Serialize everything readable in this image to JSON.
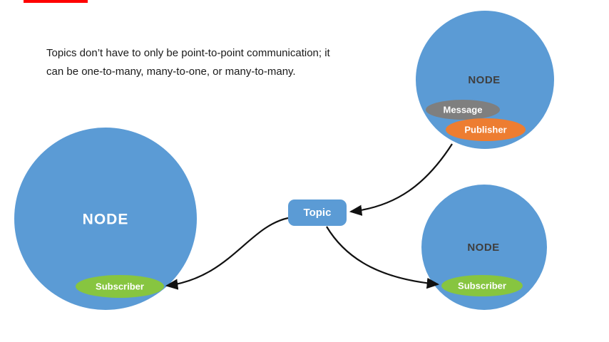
{
  "colors": {
    "node_blue": "#5B9BD5",
    "subscriber_green": "#87C540",
    "publisher_orange": "#ED7D31",
    "message_gray": "#7F7F7F",
    "arrow_black": "#111111",
    "red_strip": "#ff0000"
  },
  "caption": {
    "line1": "Topics don’t have to only be point-to-point communication; it",
    "line2": "can be one-to-many, many-to-one, or many-to-many."
  },
  "diagram": {
    "topic": {
      "label": "Topic"
    },
    "left_node": {
      "label": "NODE",
      "subscriber_label": "Subscriber"
    },
    "top_right_node": {
      "label": "NODE",
      "message_label": "Message",
      "publisher_label": "Publisher"
    },
    "bottom_right_node": {
      "label": "NODE",
      "subscriber_label": "Subscriber"
    }
  }
}
